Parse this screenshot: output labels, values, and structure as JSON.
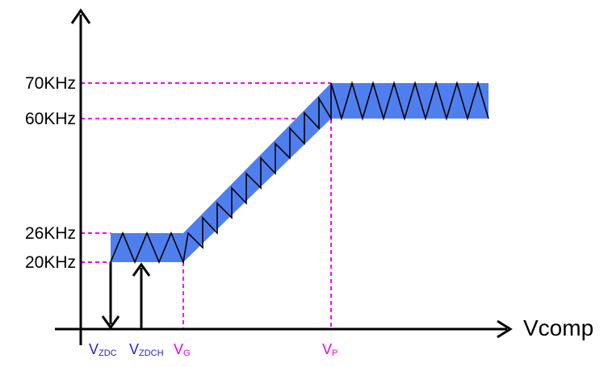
{
  "y_labels": {
    "f70": "70KHz",
    "f60": "60KHz",
    "f26": "26KHz",
    "f20": "20KHz"
  },
  "x_labels": {
    "vzdc": {
      "main": "V",
      "sub": "ZDC"
    },
    "vzdch": {
      "main": "V",
      "sub": "ZDCH"
    },
    "vg": {
      "main": "V",
      "sub": "G"
    },
    "vp": {
      "main": "V",
      "sub": "P"
    }
  },
  "axis_title": "Vcomp",
  "colors": {
    "band": "#4f7fef",
    "guide": "#ff00ff",
    "axis": "#000000",
    "label_blue": "#2222dd",
    "label_magenta": "#ee00ee"
  }
}
